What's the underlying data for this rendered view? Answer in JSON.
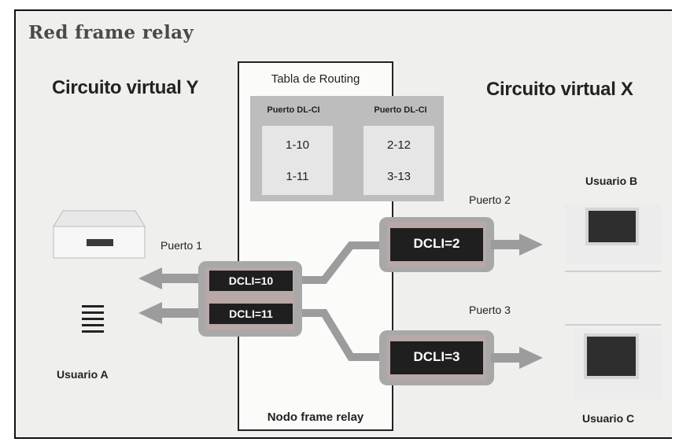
{
  "title": "Red frame relay",
  "left_heading": "Circuito virtual Y",
  "right_heading": "Circuito virtual X",
  "routing_table": {
    "title": "Tabla de Routing",
    "columns": [
      "Puerto DL-CI",
      "Puerto DL-CI"
    ],
    "rows": [
      [
        "1-10",
        "2-12"
      ],
      [
        "1-11",
        "3-13"
      ]
    ]
  },
  "ports": {
    "p1": "Puerto 1",
    "p2": "Puerto 2",
    "p3": "Puerto 3"
  },
  "dlci": {
    "d10": "DCLI=10",
    "d11": "DCLI=11",
    "d2": "DCLI=2",
    "d3": "DCLI=3"
  },
  "users": {
    "a": "Usuario A",
    "b": "Usuario B",
    "c": "Usuario C"
  },
  "node_label": "Nodo frame relay"
}
